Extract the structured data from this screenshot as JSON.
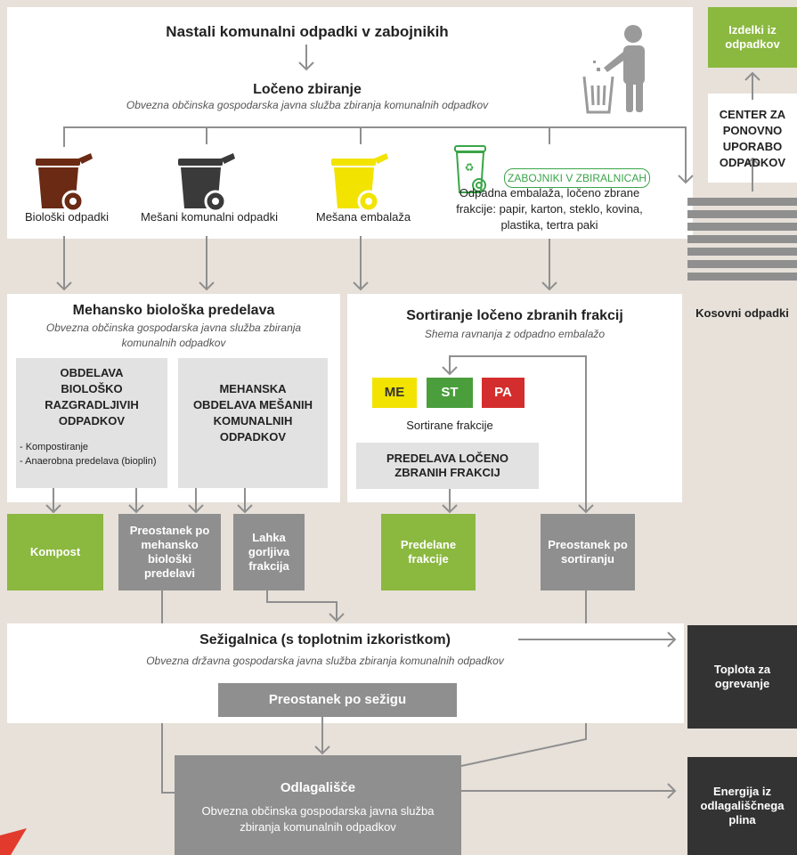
{
  "top": {
    "title": "Nastali komunalni odpadki v zabojnikih",
    "separate_title": "Ločeno zbiranje",
    "separate_sub": "Obvezna občinska gospodarska javna služba zbiranja komunalnih odpadkov"
  },
  "bins": {
    "bio": "Biološki odpadki",
    "mixed": "Mešani komunalni odpadki",
    "packaging": "Mešana embalaža",
    "containers_tag": "ZABOJNIKI V ZBIRALNICAH",
    "fractions": "Odpadna embalaža, ločeno zbrane frakcije: papir, karton, steklo, kovina, plastika, tertra paki"
  },
  "right": {
    "products": "Izdelki iz odpadkov",
    "reuse_center": "CENTER ZA PONOVNO UPORABO ODPADKOV",
    "bulky": "Kosovni odpadki"
  },
  "mbt": {
    "title": "Mehansko biološka predelava",
    "sub": "Obvezna občinska gospodarska javna služba zbiranja komunalnih odpadkov",
    "box1_title": "OBDELAVA BIOLOŠKO RAZGRADLJIVIH ODPADKOV",
    "box1_item1": "- Kompostiranje",
    "box1_item2": "- Anaerobna predelava (bioplin)",
    "box2_title": "MEHANSKA OBDELAVA MEŠANIH KOMUNALNIH ODPADKOV"
  },
  "sorting": {
    "title": "Sortiranje ločeno zbranih frakcij",
    "sub": "Shema ravnanja z odpadno embalažo",
    "me": "ME",
    "st": "ST",
    "pa": "PA",
    "sorted_label": "Sortirane frakcije",
    "processing": "PREDELAVA LOČENO ZBRANIH FRAKCIJ"
  },
  "outputs": {
    "compost": "Kompost",
    "mbt_residue": "Preostanek po mehansko biološki predelavi",
    "light_fraction": "Lahka gorljiva frakcija",
    "processed": "Predelane frakcije",
    "sort_residue": "Preostanek po sortiranju"
  },
  "incinerator": {
    "title": "Sežigalnica (s toplotnim izkoristkom)",
    "sub": "Obvezna državna gospodarska javna služba zbiranja komunalnih odpadkov",
    "residue": "Preostanek po sežigu",
    "heat": "Toplota za ogrevanje"
  },
  "landfill": {
    "title": "Odlagališče",
    "sub": "Obvezna občinska gospodarska javna služba zbiranja komunalnih odpadkov",
    "energy": "Energija iz odlagališčnega plina"
  },
  "colors": {
    "green": "#8bb83f",
    "grey": "#8f8f8f",
    "dark": "#333333",
    "bin_brown": "#6b2a14",
    "bin_dark": "#3a3a3a",
    "bin_yellow": "#f2e300",
    "me": "#f2e300",
    "st": "#4a9e3c",
    "pa": "#d42d2d"
  }
}
